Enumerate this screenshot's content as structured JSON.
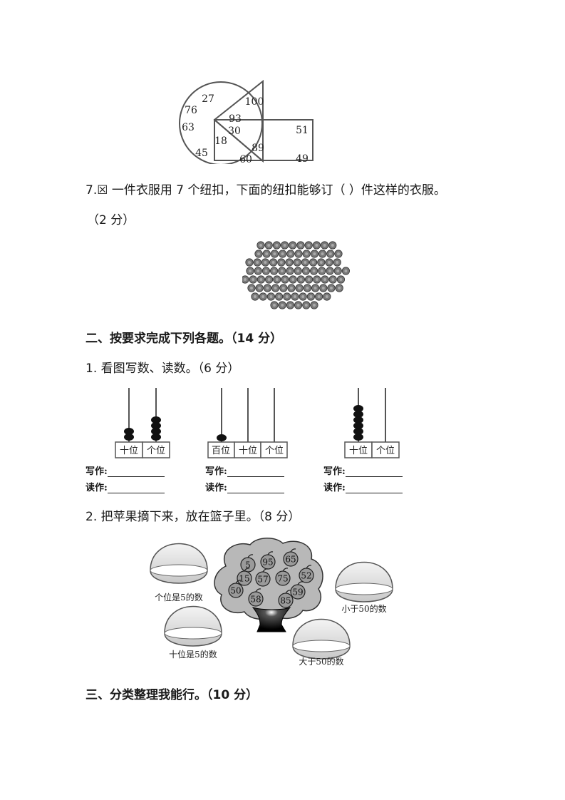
{
  "venn_numbers": [
    "27",
    "76",
    "63",
    "45",
    "100",
    "93",
    "30",
    "18",
    "60",
    "89",
    "51",
    "49"
  ],
  "q7": {
    "prefix": "7.",
    "mark": "☒",
    "text": " 一件衣服用 7 个纽扣，下面的纽扣能够订（    ）件这样的衣服。",
    "score": "（2 分）"
  },
  "section2": {
    "title": "二、按要求完成下列各题。（14 分）"
  },
  "q1": {
    "text": "1. 看图写数、读数。（6 分）",
    "abacus_labels": [
      [
        "十位",
        "个位"
      ],
      [
        "百位",
        "十位",
        "个位"
      ],
      [
        "十位",
        "个位"
      ]
    ],
    "write_label": "写作:",
    "read_label": "读作:"
  },
  "q2": {
    "text": "2. 把苹果摘下来，放在篮子里。（8 分）",
    "apples": [
      "5",
      "95",
      "65",
      "52",
      "15",
      "57",
      "75",
      "59",
      "50",
      "58",
      "85"
    ],
    "baskets": [
      "个位是5的数",
      "小于50的数",
      "十位是5的数",
      "大于50的数"
    ]
  },
  "section3": {
    "title": "三、分类整理我能行。（10 分）"
  }
}
